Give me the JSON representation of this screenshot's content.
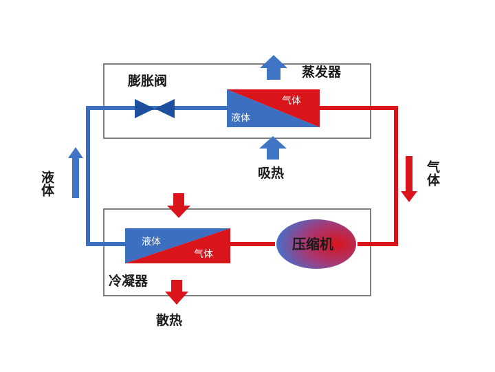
{
  "labels": {
    "expansion_valve": "膨胀阀",
    "evaporator": "蒸发器",
    "evap_liquid": "液体",
    "evap_gas": "气体",
    "absorb_heat": "吸热",
    "liquid_side": "液体",
    "gas_side": "气体",
    "compressor": "压缩机",
    "condenser": "冷凝器",
    "cond_liquid": "液体",
    "cond_gas": "气体",
    "release_heat": "散热"
  },
  "colors": {
    "liquid_blue": "#3d6fc0",
    "gas_red": "#d9141b",
    "arrow_blue": "#3f75c4",
    "valve_blue": "#1e4f9e",
    "box_border": "#555555"
  },
  "icons": {
    "valve": "bowtie-valve-icon",
    "up_arrow": "arrow-up-icon",
    "down_arrow": "arrow-down-icon"
  }
}
